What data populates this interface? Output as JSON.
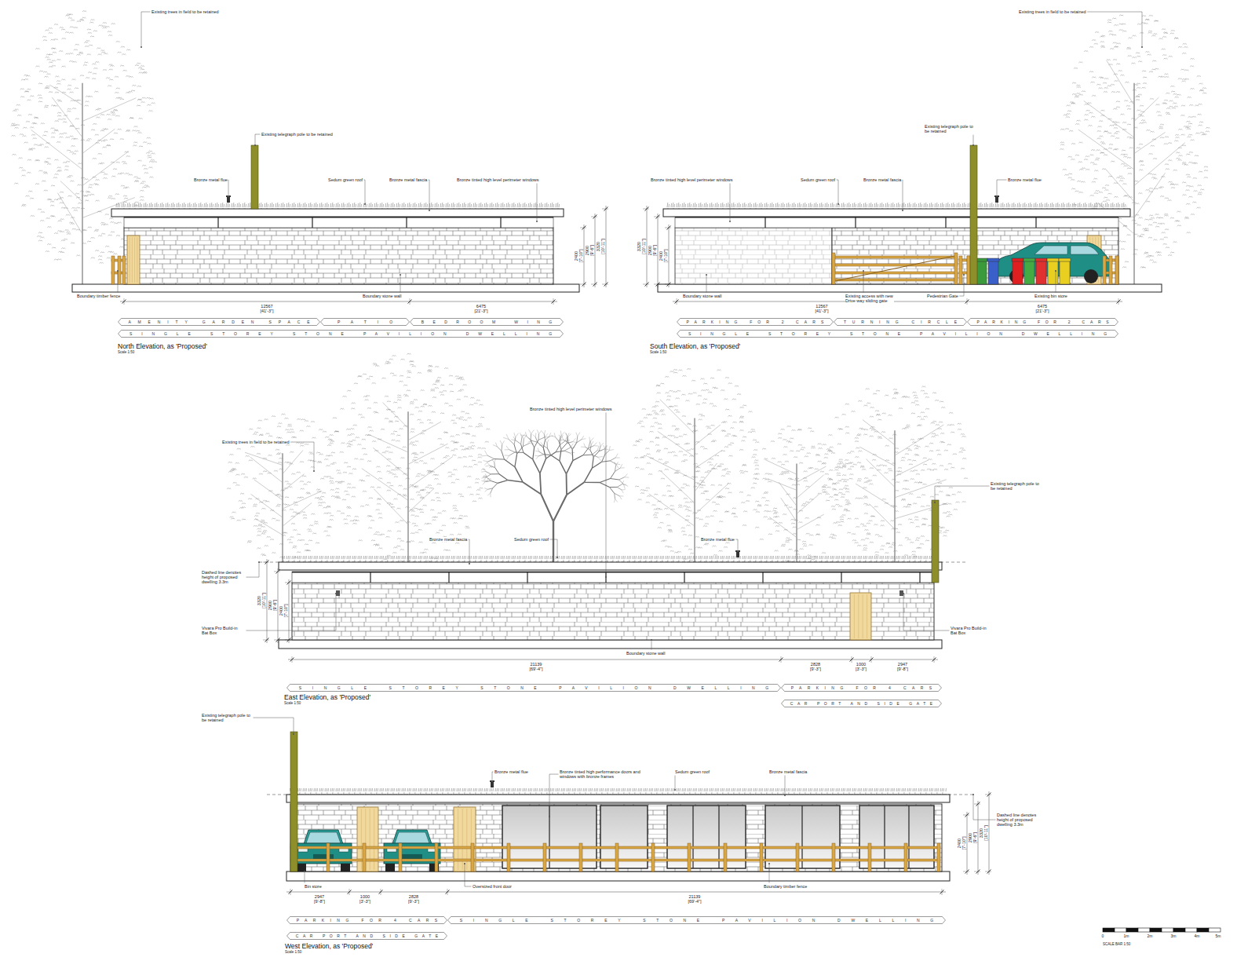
{
  "diagram": {
    "nodes": [
      {
        "text": [
          "AMENITY GARDEN SPACE"
        ]
      },
      {
        "text": [
          "PATIO"
        ]
      },
      {
        "text": [
          "BEDROOM WING"
        ]
      },
      {
        "text": [
          "SINGLE STOREY STONE PAVILION DWELLING"
        ]
      },
      {
        "text": [
          "PARKING FOR 2 CARS"
        ]
      },
      {
        "text": [
          "TURNING CIRCLE"
        ]
      },
      {
        "text": [
          "PARKING FOR 2 CARS"
        ]
      },
      {
        "text": [
          "SINGLE STOREY STONE PAVILION DWELLING"
        ]
      },
      {
        "text": [
          "SINGLE STOREY STONE PAVILION DWELLING"
        ]
      },
      {
        "text": [
          "PARKING FOR 4 CARS"
        ]
      },
      {
        "text": [
          "CAR PORT AND SIDE GATE"
        ]
      },
      {
        "text": [
          "PARKING FOR 4 CARS"
        ]
      },
      {
        "text": [
          "SINGLE STOREY STONE PAVILION DWELLING"
        ]
      },
      {
        "text": [
          "CAR PORT AND SIDE GATE"
        ]
      }
    ],
    "labels": [
      "Existing trees in field to be retained",
      "Existing telegraph pole to be retained",
      "Bronze metal flue",
      "Sedum green roof",
      "Bronze metal fascia",
      "Bronze tinted high level perimeter windows",
      "Boundary timber fence",
      "Boundary stone wall",
      "12567 [41'-3\"]",
      "6475 [21'-3\"]",
      "2400 [7'-10\"]",
      "2900 [9'-6\"]",
      "3320 [10'-11\"]",
      "North Elevation, as 'Proposed'",
      "Scale 1:50",
      "Existing trees in field to be retained",
      "Existing telegraph pole to be retained",
      "Bronze tinted high level perimeter windows",
      "Sedum green roof",
      "Bronze metal fascia",
      "Bronze metal flue",
      "Boundary stone wall",
      "Existing access with new Drive way sliding gate",
      "Pedestrian Gate",
      "Existing bin store",
      "12567 [41'-3\"]",
      "6475 [21'-3\"]",
      "3320 [10'-11\"]",
      "2900 [9'-6\"]",
      "2400 [7'-10\"]",
      "South Elevation, as 'Proposed'",
      "Scale 1:50",
      "Existing trees in field to be retained",
      "Bronze tinted high level perimeter windows",
      "Existing telegraph pole to be retained",
      "Bronze metal fascia",
      "Sedum green roof",
      "Bronze metal flue",
      "Dashed line denotes height of proposed dwelling 3.3m",
      "Vivara Pro Build-in Bat Box",
      "Vivara Pro Build-in Bat Box",
      "Boundary stone wall",
      "21139 [69'-4\"]",
      "2828 [9'-3\"]",
      "1000 [3'-3\"]",
      "2947 [9'-8\"]",
      "3320 [10'-11\"]",
      "2900 [9'-6\"]",
      "2400 [7'-10\"]",
      "East Elevation, as 'Proposed'",
      "Scale 1:50",
      "Existing telegraph pole to be retained",
      "Bronze metal flue",
      "Bronze tinted high performance doors and windows with bronze frames",
      "Sedum green roof",
      "Bronze metal fascia",
      "Dashed line denotes height of proposed dwelling 3.3m",
      "Bin store",
      "Oversized front door",
      "Boundary timber fence",
      "2947 [9'-8\"]",
      "1000 [3'-3\"]",
      "2828 [9'-3\"]",
      "21139 [69'-4\"]",
      "2400 [7'-10\"]",
      "2900 [9'-6\"]",
      "3320 [10'-11\"]",
      "West Elevation, as 'Proposed'",
      "Scale 1:50",
      "0",
      "1m",
      "2m",
      "3m",
      "4m",
      "5m",
      "SCALE BAR 1:50"
    ]
  }
}
